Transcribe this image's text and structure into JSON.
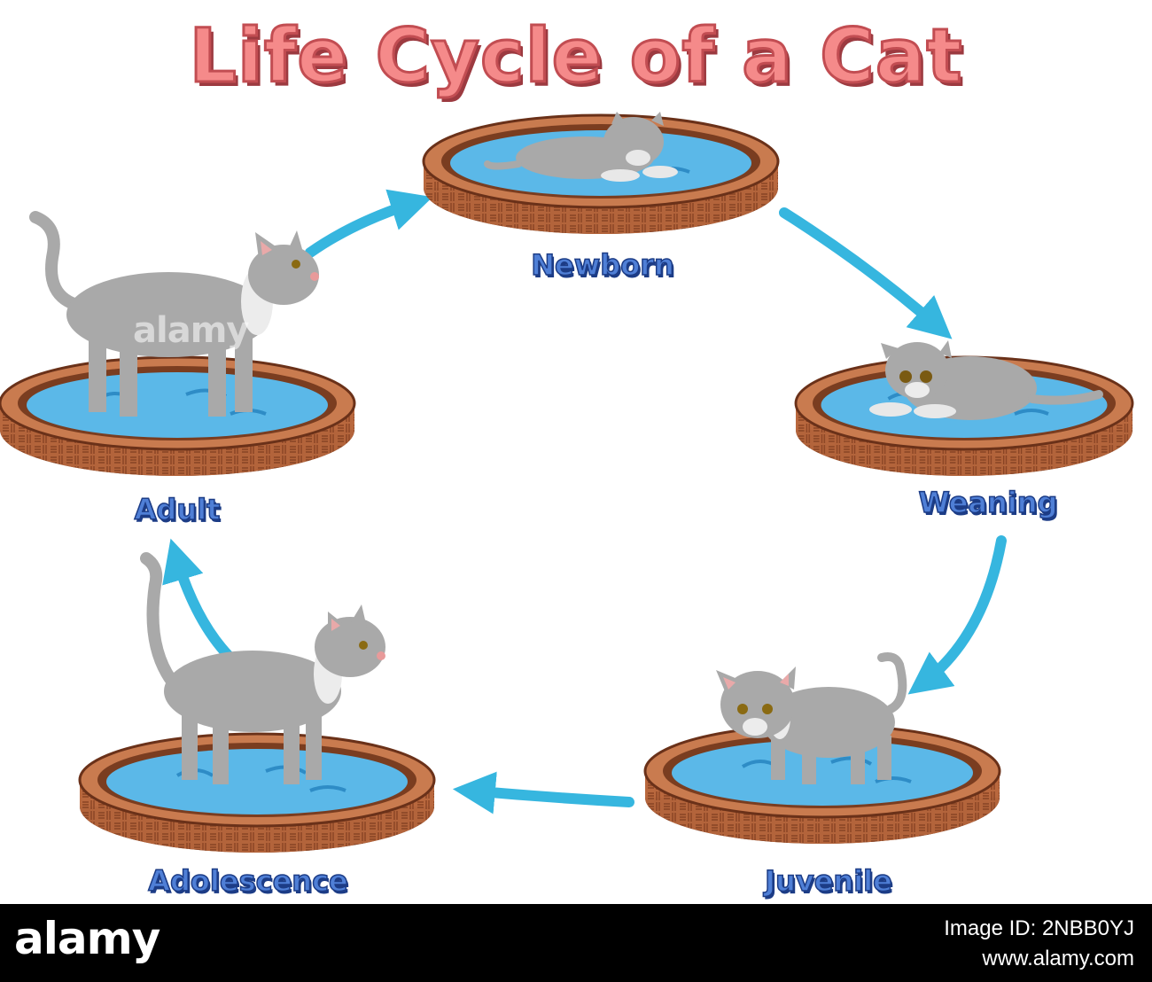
{
  "title": "Life Cycle of a Cat",
  "stages": [
    {
      "id": "newborn",
      "label": "Newborn"
    },
    {
      "id": "weaning",
      "label": "Weaning"
    },
    {
      "id": "juvenile",
      "label": "Juvenile"
    },
    {
      "id": "adolescence",
      "label": "Adolescence"
    },
    {
      "id": "adult",
      "label": "Adult"
    }
  ],
  "colors": {
    "arrow": "#36b6df",
    "title_fill": "#f58a8a",
    "label_fill": "#4f7fd6",
    "bed": "#b9683e",
    "cushion": "#5bb8e8",
    "cat": "#a9a9a9"
  },
  "watermark": "alamy",
  "footer": {
    "brand": "alamy",
    "image_id": "Image ID: 2NBB0YJ",
    "site": "www.alamy.com"
  }
}
